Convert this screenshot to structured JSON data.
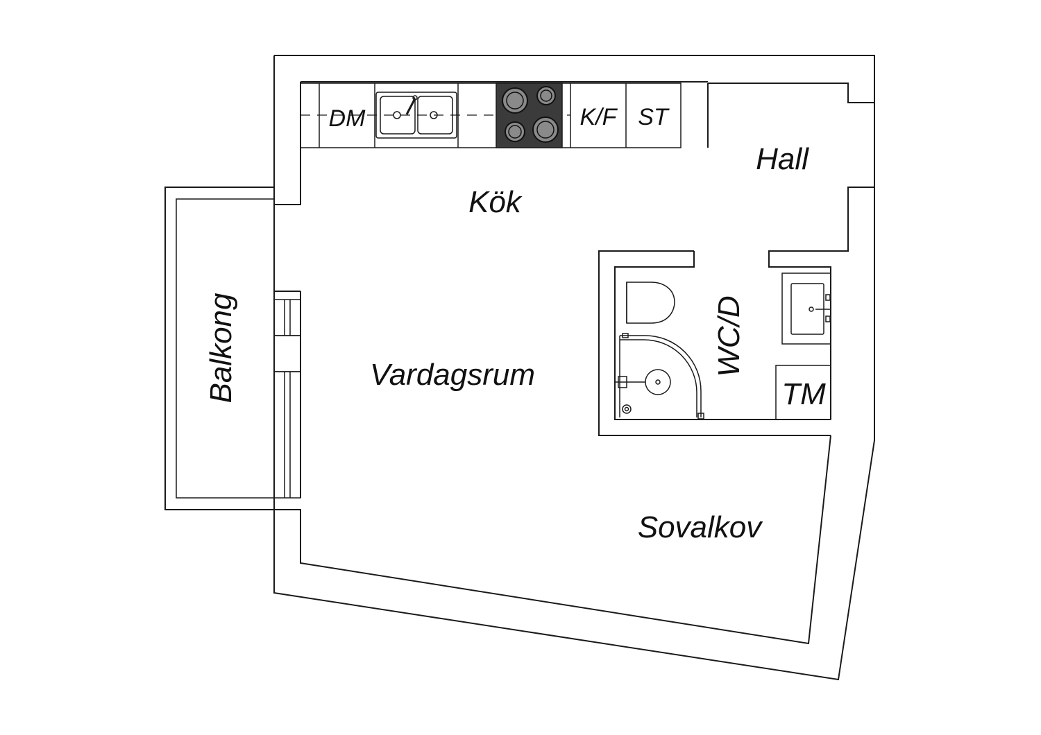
{
  "rooms": {
    "kitchen": "Kök",
    "hall": "Hall",
    "living": "Vardagsrum",
    "balcony": "Balkong",
    "bathroom": "WC/D",
    "alcove": "Sovalkov"
  },
  "appliances": {
    "dishwasher": "DM",
    "fridge_freezer": "K/F",
    "storage": "ST",
    "washer": "TM"
  },
  "colors": {
    "stroke": "#1a1a1a",
    "stove": "#3b3b3b",
    "background": "#ffffff"
  }
}
